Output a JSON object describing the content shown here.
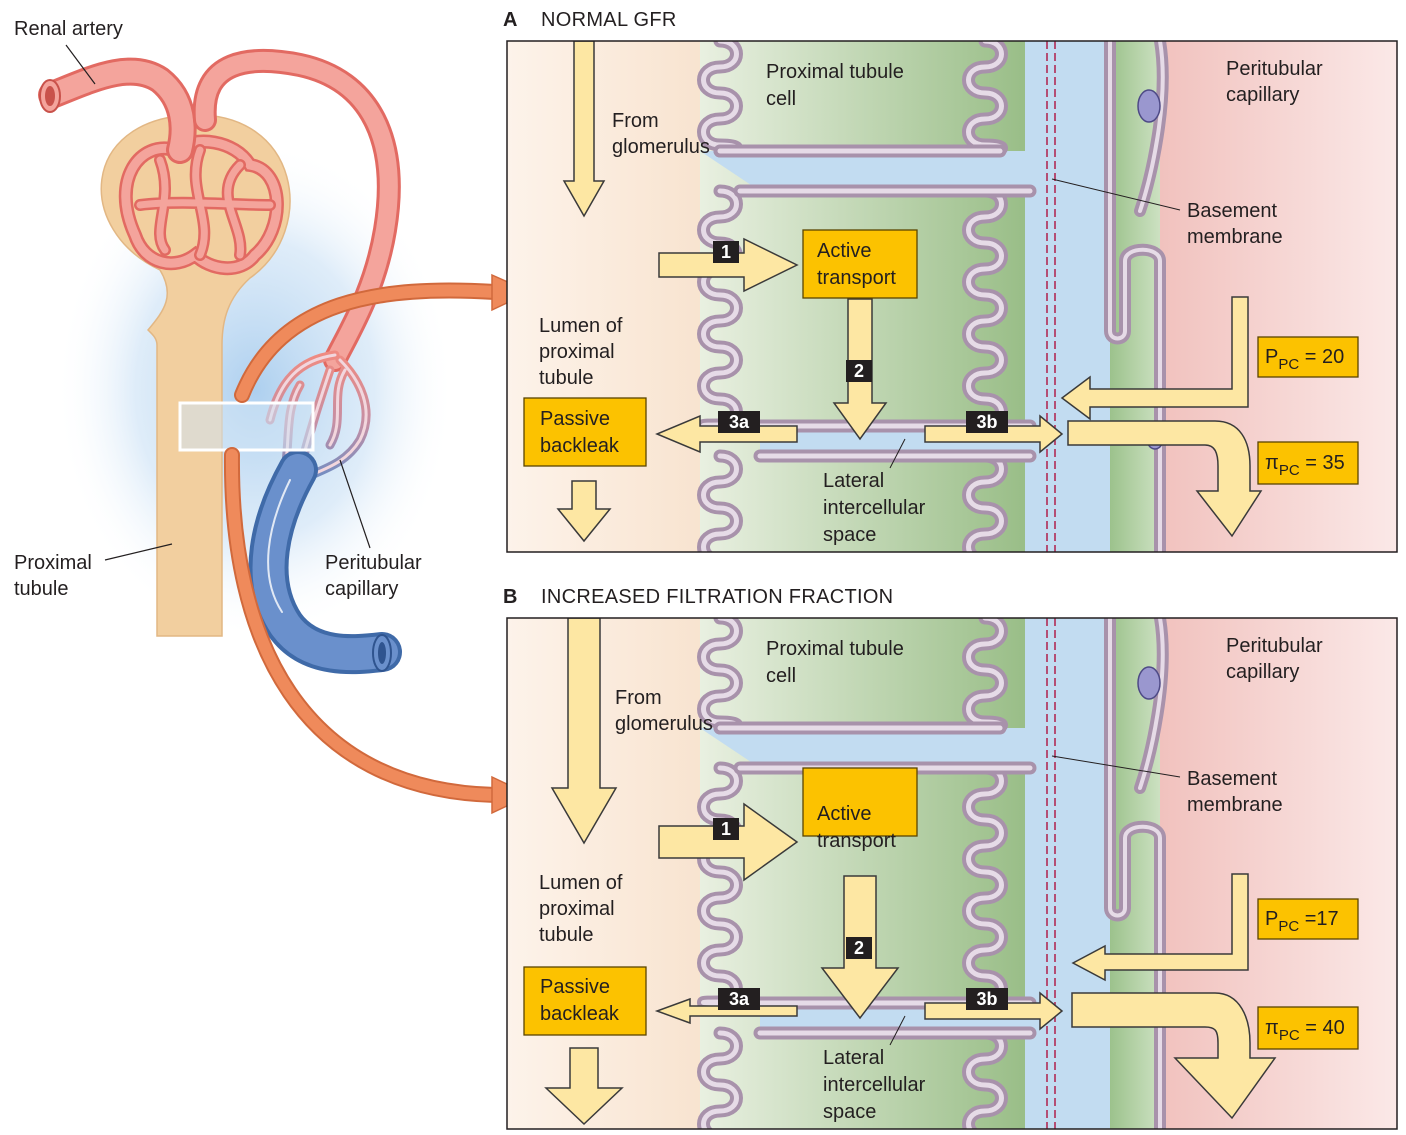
{
  "left": {
    "renal_artery": "Renal artery",
    "proximal_tubule": [
      "Proximal",
      "tubule"
    ],
    "peritubular_capillary": [
      "Peritubular",
      "capillary"
    ]
  },
  "panels": [
    {
      "letter": "A",
      "title": "NORMAL GFR",
      "proximal_tubule_cell": [
        "Proximal tubule",
        "cell"
      ],
      "peritubular_capillary": [
        "Peritubular",
        "capillary"
      ],
      "from_glomerulus": [
        "From",
        "glomerulus"
      ],
      "basement_membrane": [
        "Basement",
        "membrane"
      ],
      "active_transport": [
        "Active",
        "transport"
      ],
      "lumen": [
        "Lumen of",
        "proximal",
        "tubule"
      ],
      "passive_backleak": [
        "Passive",
        "backleak"
      ],
      "lateral_space": [
        "Lateral",
        "intercellular",
        "space"
      ],
      "steps": {
        "s1": "1",
        "s2": "2",
        "s3a": "3a",
        "s3b": "3b"
      },
      "pressure_p": {
        "symbol": "P",
        "sub": "PC",
        "value": " = 20"
      },
      "pressure_pi": {
        "symbol": "π",
        "sub": "PC",
        "value": " = 35"
      }
    },
    {
      "letter": "B",
      "title": "INCREASED FILTRATION FRACTION",
      "proximal_tubule_cell": [
        "Proximal tubule",
        "cell"
      ],
      "peritubular_capillary": [
        "Peritubular",
        "capillary"
      ],
      "from_glomerulus": [
        "From",
        "glomerulus"
      ],
      "basement_membrane": [
        "Basement",
        "membrane"
      ],
      "active_transport": [
        "Active",
        "transport"
      ],
      "lumen": [
        "Lumen of",
        "proximal",
        "tubule"
      ],
      "passive_backleak": [
        "Passive",
        "backleak"
      ],
      "lateral_space": [
        "Lateral",
        "intercellular",
        "space"
      ],
      "steps": {
        "s1": "1",
        "s2": "2",
        "s3a": "3a",
        "s3b": "3b"
      },
      "pressure_p": {
        "symbol": "P",
        "sub": "PC",
        "value": " =17"
      },
      "pressure_pi": {
        "symbol": "π",
        "sub": "PC",
        "value": " = 40"
      }
    }
  ],
  "colors": {
    "artery": "#f08a80",
    "vein": "#5b82be",
    "tubule": "#f2cf9f",
    "box_fill": "#fcc200",
    "arrow_fill": "#fde7a3",
    "membrane": "#b7a3b8",
    "cell": "#9cc08a",
    "interstitium": "#bfd9ef",
    "capillary_bg": "#f3c9c5",
    "orange_arrow": "#ef8a5b"
  }
}
